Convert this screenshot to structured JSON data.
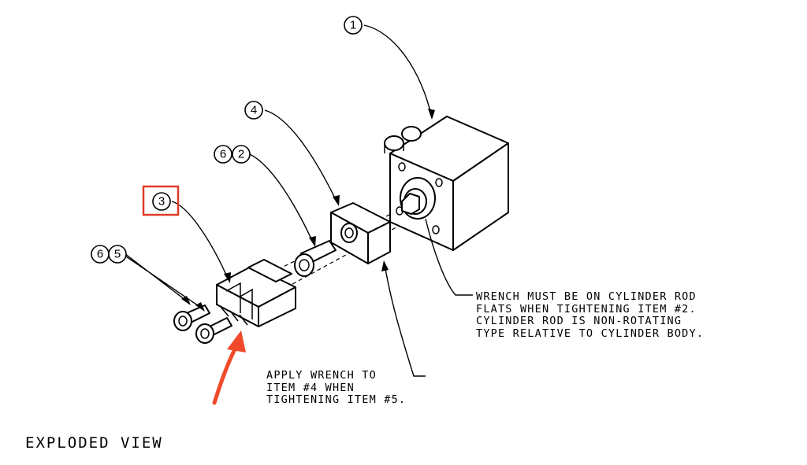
{
  "callouts": {
    "item1": "1",
    "item2": "2",
    "item3": "3",
    "item4": "4",
    "item5": "5",
    "item6a": "6",
    "item6b": "6"
  },
  "notes": {
    "wrench_rod": [
      "WRENCH MUST BE ON CYLINDER ROD",
      "FLATS WHEN TIGHTENING ITEM #2.",
      "CYLINDER ROD IS NON-ROTATING",
      "TYPE RELATIVE TO CYLINDER BODY."
    ],
    "apply_wrench": [
      "APPLY WRENCH TO",
      "ITEM #4 WHEN",
      "TIGHTENING ITEM #5."
    ]
  },
  "title": "EXPLODED VIEW",
  "colors": {
    "line": "#000000",
    "highlight_box": "#e03a2a",
    "arrow": "#f04a2a"
  }
}
